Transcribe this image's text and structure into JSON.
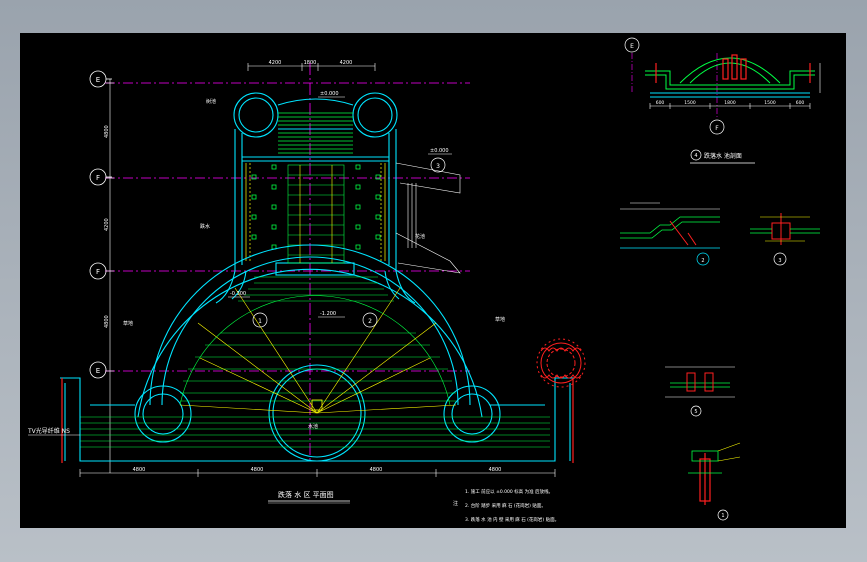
{
  "drawing": {
    "grid_bubbles": [
      "E",
      "F",
      "F",
      "E"
    ],
    "plan_title": "跌落 水 区 平面图",
    "section_title": "跌落水 池剖面",
    "notes_lead": "注",
    "notes": [
      "1. 施工 前应以 ±0.000 标高 为准 后放线。",
      "2. 台阶 踏步 采用 麻 石 (花岗岩) 贴面。",
      "3. 跌落 水 池 内 壁 采用 麻 石 (花岗岩) 贴面。"
    ],
    "elev_labels": [
      "±0.000",
      "±0.000",
      "-0.300",
      "-1.200"
    ],
    "dims_top": [
      "4200",
      "1800",
      "4200"
    ],
    "dims_bottom": [
      "4800",
      "4800",
      "4800",
      "4800"
    ],
    "dims_section": [
      "600",
      "1500",
      "1800",
      "1500",
      "600"
    ],
    "dims_left": [
      "4800",
      "4200",
      "4800"
    ],
    "side_text": "TV光导纤维 NS",
    "lawn_labels": [
      "草地",
      "草地"
    ],
    "feature_labels": [
      "水池",
      "树池",
      "跌水",
      "花池"
    ],
    "detail_numbers": [
      "1",
      "2",
      "3",
      "4",
      "5"
    ],
    "colors": {
      "background": "#000000",
      "wall": "#00e5ff",
      "step": "#00ff44",
      "axis": "#ff00ff",
      "leader": "#ffff00",
      "text": "#ffffff",
      "red": "#ff2020"
    }
  }
}
